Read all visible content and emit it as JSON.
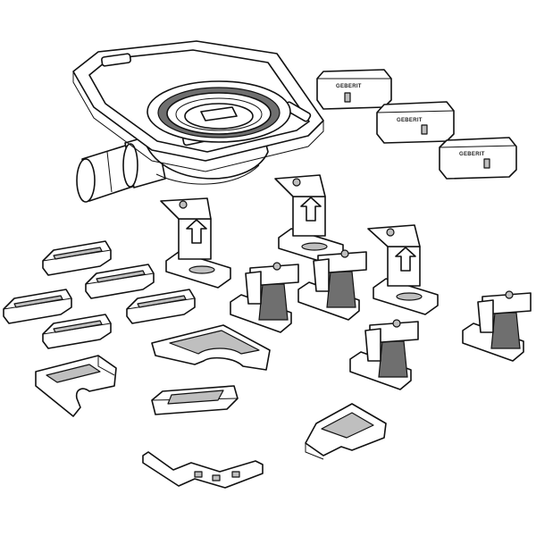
{
  "figure": {
    "brand_mark": "GEBERIT",
    "colors": {
      "line": "#111111",
      "fill": "#ffffff",
      "shade": "#bfbfbf",
      "dark": "#6f6f6f"
    },
    "parts": [
      "drain-body-with-outlet",
      "height-block",
      "height-block",
      "height-block",
      "adjustable-foot-with-arrow",
      "adjustable-foot-with-arrow",
      "adjustable-foot-with-arrow",
      "leveling-foot",
      "leveling-foot",
      "leveling-foot",
      "leveling-foot",
      "small-spacer",
      "small-spacer",
      "small-spacer",
      "small-spacer",
      "small-spacer",
      "mounting-bracket",
      "support-frame-segment",
      "flat-plate",
      "corner-bracket",
      "bottom-bracket"
    ]
  }
}
